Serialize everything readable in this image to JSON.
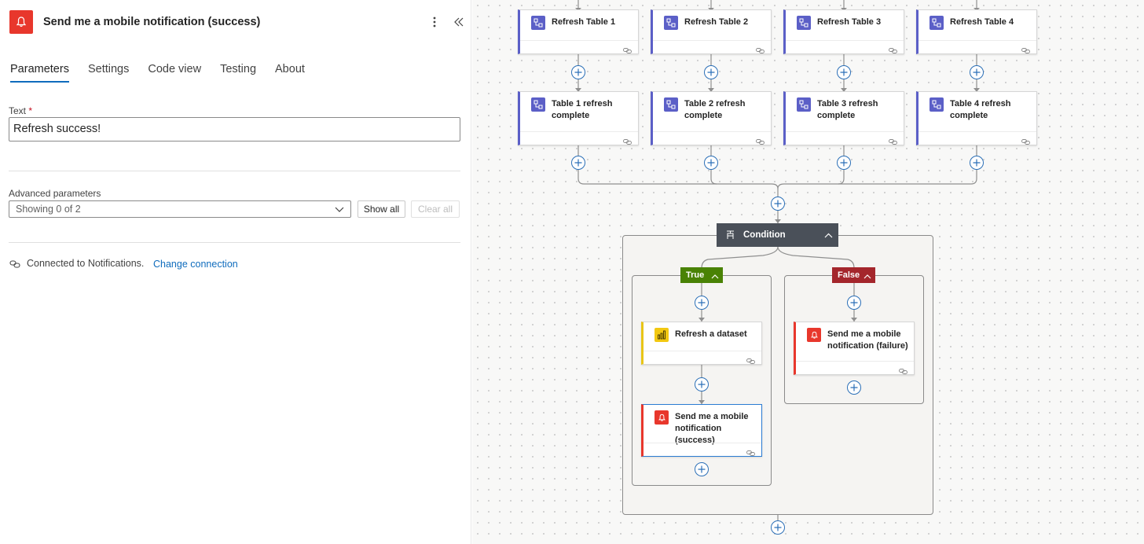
{
  "panel": {
    "title": "Send me a mobile notification (success)",
    "tabs": [
      "Parameters",
      "Settings",
      "Code view",
      "Testing",
      "About"
    ],
    "active_tab": "Parameters",
    "text_label": "Text",
    "required_marker": "*",
    "text_value": "Refresh success!",
    "advanced_label": "Advanced parameters",
    "advanced_select": "Showing 0 of 2",
    "show_all": "Show all",
    "clear_all": "Clear all",
    "connection_text": "Connected to Notifications.",
    "change_connection": "Change connection"
  },
  "flow": {
    "refresh_tables": [
      "Refresh Table 1",
      "Refresh Table 2",
      "Refresh Table 3",
      "Refresh Table 4"
    ],
    "complete_tables": [
      "Table 1 refresh complete",
      "Table 2 refresh complete",
      "Table 3 refresh complete",
      "Table 4 refresh complete"
    ],
    "condition_label": "Condition",
    "true_label": "True",
    "false_label": "False",
    "refresh_dataset": "Refresh a dataset",
    "notify_success": "Send me a mobile notification (success)",
    "notify_failure": "Send me a mobile notification (failure)"
  },
  "colors": {
    "notification": "#e8372c",
    "powerbi": "#f2c811",
    "teams_purple": "#5b5fc7",
    "true_green": "#498205",
    "false_red": "#a4262c",
    "condition_dark": "#4a5059",
    "link_blue": "#0f6cbd"
  }
}
